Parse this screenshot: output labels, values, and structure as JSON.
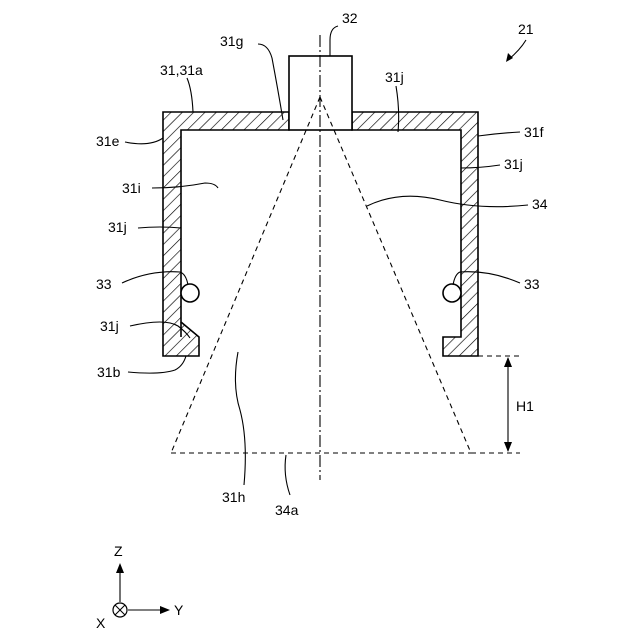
{
  "figure": {
    "ref_21": "21",
    "ref_32": "32",
    "ref_31g": "31g",
    "ref_31_31a": "31,31a",
    "ref_31j_top": "31j",
    "ref_31e": "31e",
    "ref_31f": "31f",
    "ref_31j_right": "31j",
    "ref_31i": "31i",
    "ref_31j_left": "31j",
    "ref_34": "34",
    "ref_33_left": "33",
    "ref_33_right": "33",
    "ref_31j_lower": "31j",
    "ref_31b": "31b",
    "ref_h1": "H1",
    "ref_31h": "31h",
    "ref_34a": "34a",
    "axis_z": "Z",
    "axis_y": "Y",
    "axis_x": "X"
  }
}
